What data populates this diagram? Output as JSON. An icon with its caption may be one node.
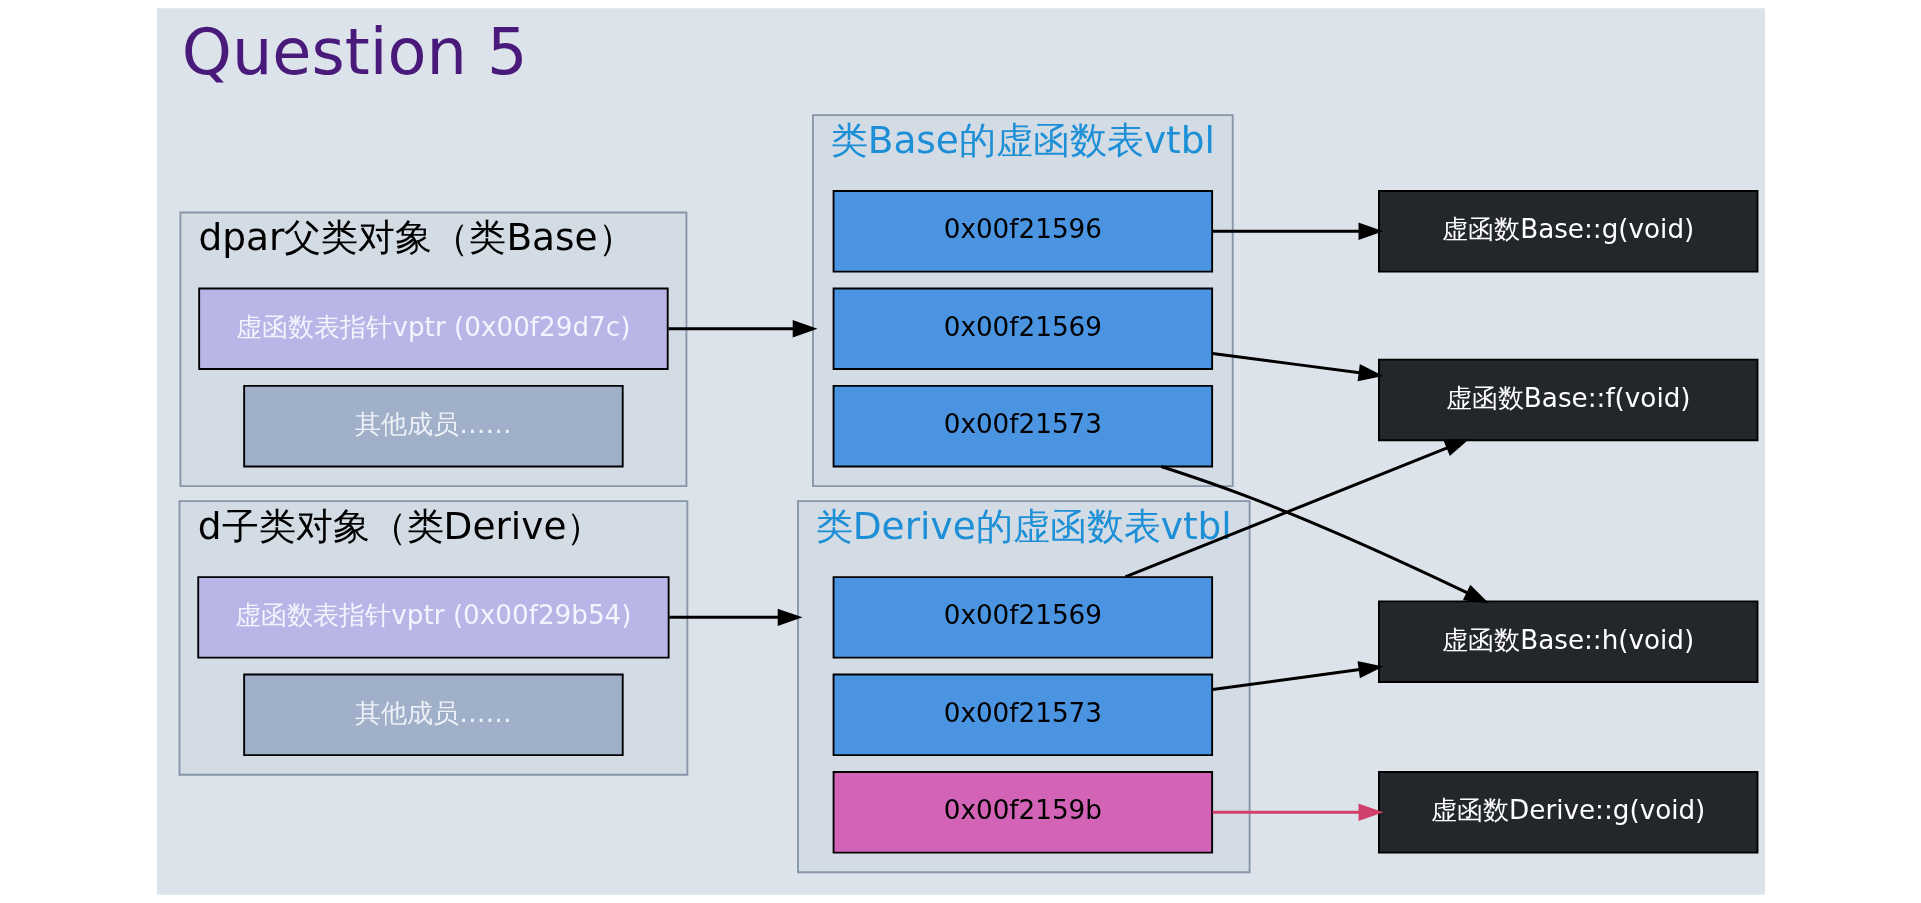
{
  "diagram": {
    "title": "Question 5",
    "nodes": [
      {
        "text": [
          "d子类对象（类Derive）"
        ]
      },
      {
        "text": [
          "虚函数表指针vptr (0x00f29b54)"
        ],
        "in": 0
      },
      {
        "text": [
          "其他成员……"
        ],
        "in": 0
      },
      {
        "text": [
          "类Derive的虚函数表vtbl"
        ]
      },
      {
        "text": [
          "0x00f21569"
        ],
        "in": 3
      },
      {
        "text": [
          "0x00f2159b"
        ],
        "in": 3
      },
      {
        "text": [
          "0x00f21573"
        ],
        "in": 3
      },
      {
        "text": [
          "dpar父类对象（类Base）"
        ]
      },
      {
        "text": [
          "虚函数表指针vptr (0x00f29d7c)"
        ],
        "in": 7
      },
      {
        "text": [
          "其他成员……"
        ],
        "in": 7
      },
      {
        "text": [
          "类Base的虚函数表vtbl"
        ]
      },
      {
        "text": [
          "0x00f21569"
        ],
        "in": 10
      },
      {
        "text": [
          "0x00f21596"
        ],
        "in": 10
      },
      {
        "text": [
          "0x00f21573"
        ],
        "in": 10
      },
      {
        "text": [
          "虚函数Derive::g(void)"
        ]
      },
      {
        "text": [
          "虚函数Base::f(void)"
        ]
      },
      {
        "text": [
          "虚函数Base::g(void)"
        ]
      },
      {
        "text": [
          "虚函数Base::h(void)"
        ]
      }
    ],
    "edges": [
      {
        "from": 1,
        "to": 3,
        "arrow": "to"
      },
      {
        "from": 4,
        "to": 15,
        "arrow": "to"
      },
      {
        "from": 5,
        "to": 14,
        "arrow": "to",
        "color": "#d0406a"
      },
      {
        "from": 6,
        "to": 17,
        "arrow": "to"
      },
      {
        "from": 8,
        "to": 10,
        "arrow": "to"
      },
      {
        "from": 11,
        "to": 15,
        "arrow": "to"
      },
      {
        "from": 12,
        "to": 16,
        "arrow": "to"
      },
      {
        "from": 13,
        "to": 17,
        "arrow": "to"
      }
    ]
  }
}
